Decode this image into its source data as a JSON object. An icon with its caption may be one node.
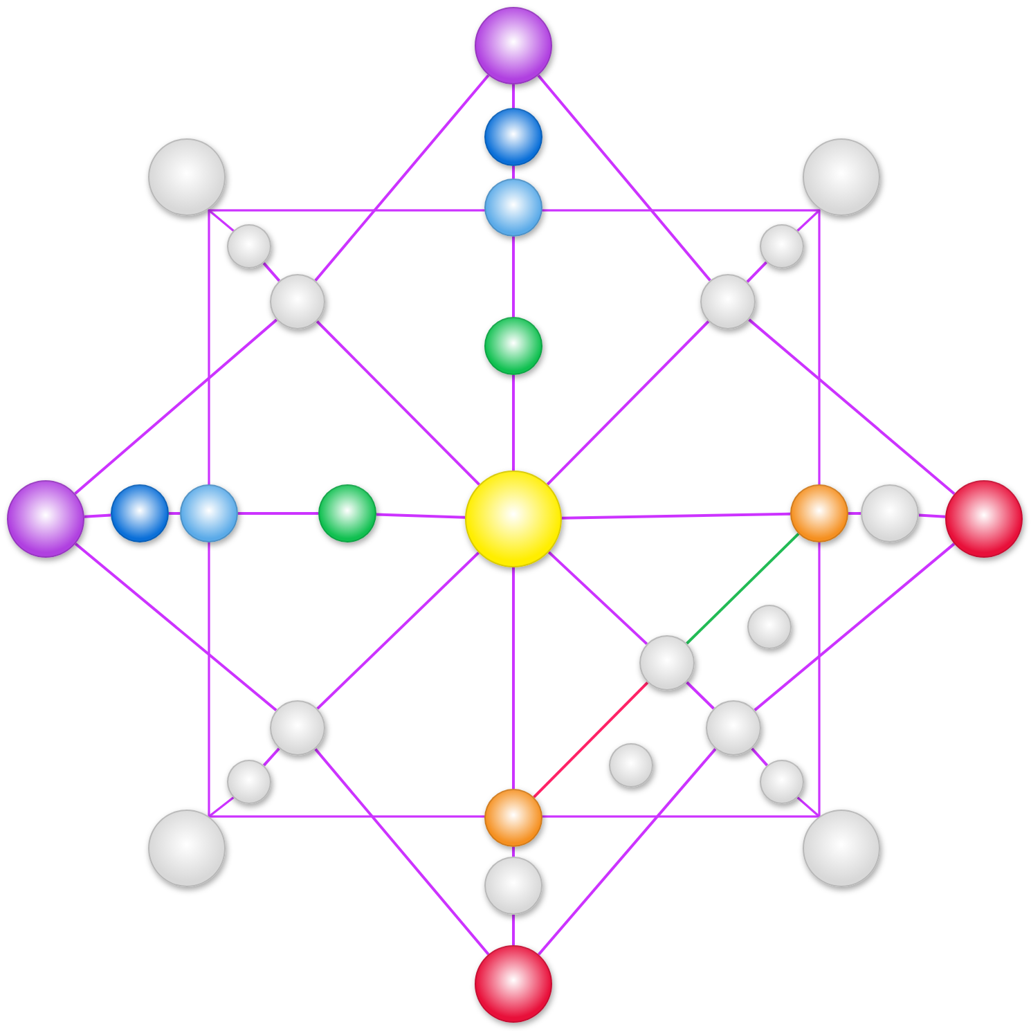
{
  "diagram": {
    "nodes": [
      {
        "text": [],
        "shape": "circle"
      },
      {
        "text": [],
        "shape": "circle"
      },
      {
        "text": [],
        "shape": "circle"
      },
      {
        "text": [],
        "shape": "circle"
      },
      {
        "text": [],
        "shape": "circle"
      },
      {
        "text": [],
        "shape": "circle"
      },
      {
        "text": [],
        "shape": "circle"
      },
      {
        "text": [],
        "shape": "circle"
      },
      {
        "text": [],
        "shape": "circle"
      },
      {
        "text": [],
        "shape": "circle"
      },
      {
        "text": [],
        "shape": "circle"
      },
      {
        "text": [],
        "shape": "circle"
      },
      {
        "text": [],
        "shape": "circle"
      },
      {
        "text": [],
        "shape": "circle"
      },
      {
        "text": [],
        "shape": "circle"
      },
      {
        "text": [],
        "shape": "circle"
      },
      {
        "text": [],
        "shape": "circle"
      },
      {
        "text": [],
        "shape": "circle"
      },
      {
        "text": [],
        "shape": "circle"
      },
      {
        "text": [],
        "shape": "circle"
      },
      {
        "text": [],
        "shape": "circle"
      },
      {
        "text": [],
        "shape": "circle"
      },
      {
        "text": [],
        "shape": "circle"
      },
      {
        "text": [],
        "shape": "circle"
      },
      {
        "text": [],
        "shape": "circle"
      },
      {
        "text": [],
        "shape": "circle"
      },
      {
        "text": [],
        "shape": "circle"
      },
      {
        "text": [],
        "shape": "circle"
      },
      {
        "text": [],
        "shape": "circle"
      },
      {
        "text": [],
        "shape": "circle"
      }
    ],
    "edges": [
      {
        "from": 0,
        "to": 1,
        "arrow": "none"
      },
      {
        "from": 1,
        "to": 4,
        "arrow": "none"
      },
      {
        "from": 4,
        "to": 9,
        "arrow": "none"
      },
      {
        "from": 9,
        "to": 14,
        "arrow": "none"
      },
      {
        "from": 14,
        "to": 25,
        "arrow": "none"
      },
      {
        "from": 25,
        "to": 28,
        "arrow": "none"
      },
      {
        "from": 28,
        "to": 29,
        "arrow": "none"
      },
      {
        "from": 10,
        "to": 11,
        "arrow": "none"
      },
      {
        "from": 11,
        "to": 12,
        "arrow": "none"
      },
      {
        "from": 12,
        "to": 13,
        "arrow": "none"
      },
      {
        "from": 13,
        "to": 14,
        "arrow": "none"
      },
      {
        "from": 14,
        "to": 15,
        "arrow": "none"
      },
      {
        "from": 15,
        "to": 16,
        "arrow": "none"
      },
      {
        "from": 16,
        "to": 17,
        "arrow": "none"
      },
      {
        "from": 5,
        "to": 7,
        "arrow": "none"
      },
      {
        "from": 7,
        "to": 14,
        "arrow": "none"
      },
      {
        "from": 14,
        "to": 8,
        "arrow": "none"
      },
      {
        "from": 8,
        "to": 6,
        "arrow": "none"
      },
      {
        "from": 14,
        "to": 20,
        "arrow": "none"
      },
      {
        "from": 20,
        "to": 23,
        "arrow": "none"
      },
      {
        "from": 14,
        "to": 19,
        "arrow": "none"
      },
      {
        "from": 19,
        "to": 21,
        "arrow": "none"
      },
      {
        "from": 21,
        "to": 24,
        "arrow": "none"
      },
      {
        "from": 0,
        "to": 7,
        "arrow": "none"
      },
      {
        "from": 7,
        "to": 10,
        "arrow": "none"
      },
      {
        "from": 0,
        "to": 8,
        "arrow": "none"
      },
      {
        "from": 8,
        "to": 17,
        "arrow": "none"
      },
      {
        "from": 10,
        "to": 20,
        "arrow": "none"
      },
      {
        "from": 20,
        "to": 29,
        "arrow": "none"
      },
      {
        "from": 17,
        "to": 21,
        "arrow": "none"
      },
      {
        "from": 21,
        "to": 29,
        "arrow": "none"
      },
      {
        "from": 15,
        "to": 19,
        "arrow": "none",
        "color": "#22bb55"
      },
      {
        "from": 25,
        "to": 19,
        "arrow": "none",
        "color": "#ff2266"
      }
    ]
  }
}
